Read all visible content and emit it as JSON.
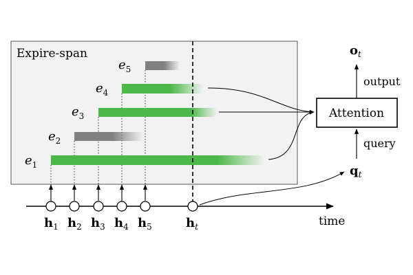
{
  "box": {
    "title": "Expire-span"
  },
  "memories": [
    {
      "name": "e",
      "sub": "1",
      "color": "#4cb848",
      "expired": false
    },
    {
      "name": "e",
      "sub": "2",
      "color": "#808080",
      "expired": true
    },
    {
      "name": "e",
      "sub": "3",
      "color": "#4cb848",
      "expired": false
    },
    {
      "name": "e",
      "sub": "4",
      "color": "#4cb848",
      "expired": false
    },
    {
      "name": "e",
      "sub": "5",
      "color": "#808080",
      "expired": true
    }
  ],
  "hidden_states": [
    {
      "name": "h",
      "sub": "1"
    },
    {
      "name": "h",
      "sub": "2"
    },
    {
      "name": "h",
      "sub": "3"
    },
    {
      "name": "h",
      "sub": "4"
    },
    {
      "name": "h",
      "sub": "5"
    },
    {
      "name": "h",
      "sub": "t"
    }
  ],
  "timeline": {
    "label": "time"
  },
  "attention": {
    "label": "Attention"
  },
  "output": {
    "label": "output",
    "symbol": "o",
    "sub": "t"
  },
  "query": {
    "label": "query",
    "symbol": "q",
    "sub": "t"
  },
  "colors": {
    "green": "#4cb848",
    "gray": "#808080",
    "box_fill": "#f2f2f2"
  }
}
